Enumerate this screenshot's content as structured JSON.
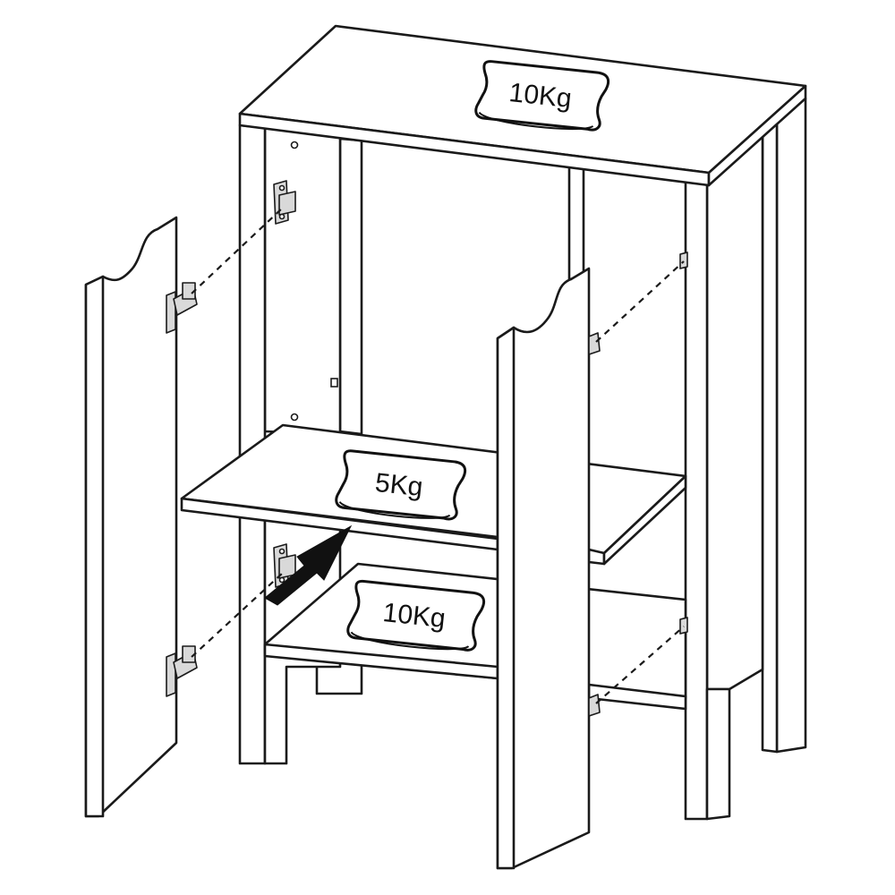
{
  "diagram": {
    "load_labels": {
      "top": "10Kg",
      "middle_shelf": "5Kg",
      "bottom_shelf": "10Kg"
    },
    "colors": {
      "line": "#1a1a1a",
      "fill": "#ffffff",
      "hardware": "#d9d9d9"
    }
  }
}
